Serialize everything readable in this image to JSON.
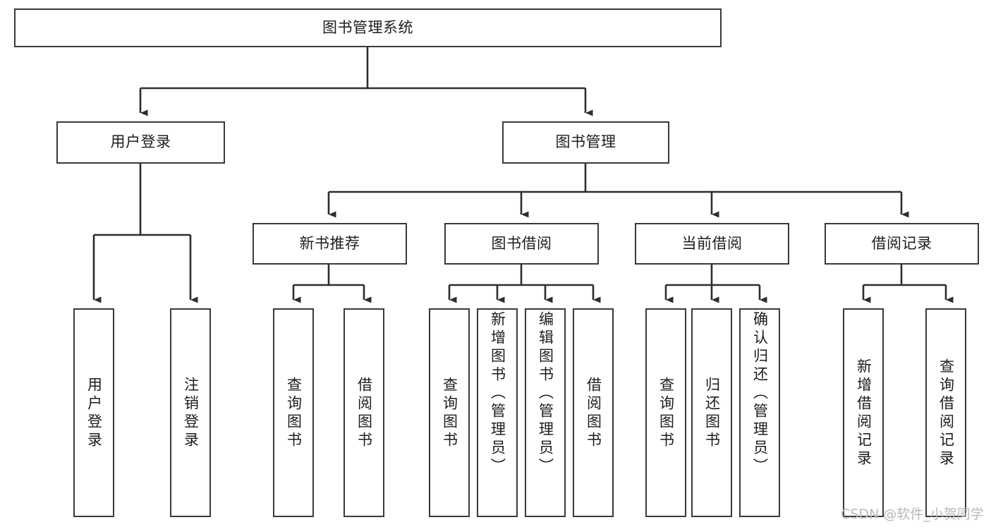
{
  "diagram": {
    "type": "hierarchy-tree",
    "title": "图书管理系统",
    "watermark": "CSDN @软件_小贺同学",
    "colors": {
      "box_border": "#3a3a3a",
      "box_fill": "#ffffff",
      "text": "#1d1d1d",
      "connector": "#3a3a3a",
      "watermark": "#b9b9b9",
      "background": "#ffffff"
    },
    "root": {
      "label": "图书管理系统"
    },
    "level2": [
      {
        "label": "用户登录"
      },
      {
        "label": "图书管理"
      }
    ],
    "level3": [
      {
        "label": "新书推荐"
      },
      {
        "label": "图书借阅"
      },
      {
        "label": "当前借阅"
      },
      {
        "label": "借阅记录"
      }
    ],
    "leaves": {
      "user_login": [
        {
          "label": "用户登录"
        },
        {
          "label": "注销登录"
        }
      ],
      "new_book_recommend": [
        {
          "label": "查询图书"
        },
        {
          "label": "借阅图书"
        }
      ],
      "book_borrow": [
        {
          "label": "查询图书"
        },
        {
          "label": "新增图书（管理员）"
        },
        {
          "label": "编辑图书（管理员）"
        },
        {
          "label": "借阅图书"
        }
      ],
      "current_borrow": [
        {
          "label": "查询图书"
        },
        {
          "label": "归还图书"
        },
        {
          "label": "确认归还（管理员）"
        }
      ],
      "borrow_record": [
        {
          "label": "新增借阅记录"
        },
        {
          "label": "查询借阅记录"
        }
      ]
    }
  }
}
